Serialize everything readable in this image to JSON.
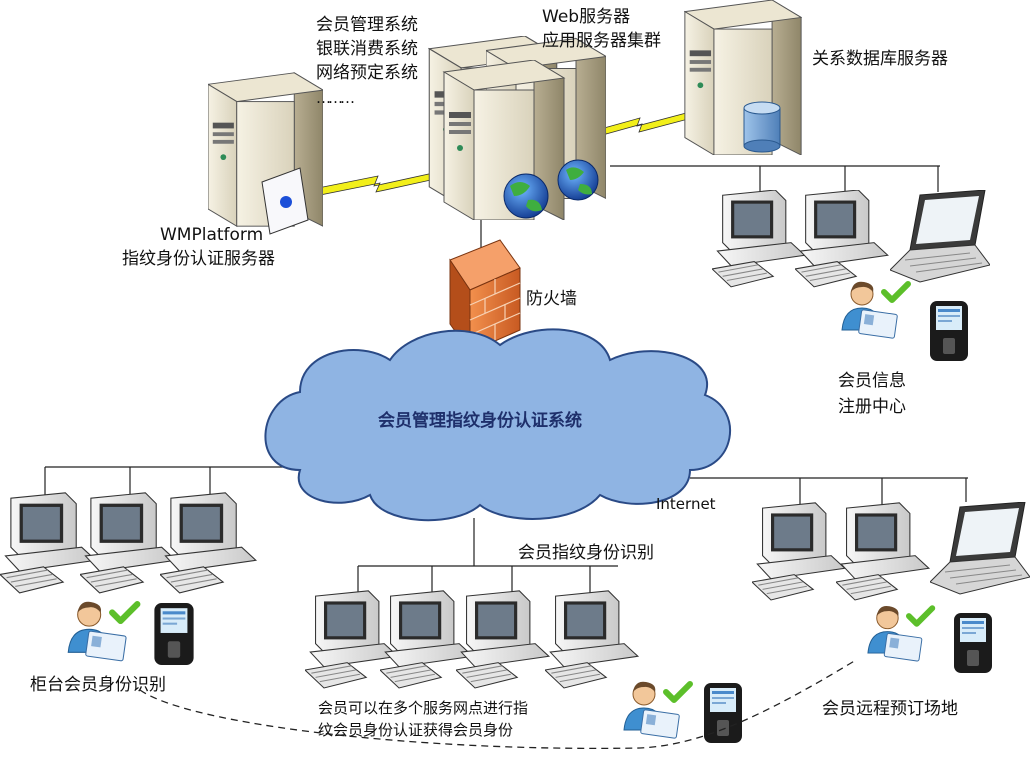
{
  "labels": {
    "app_systems": [
      "会员管理系统",
      "银联消费系统",
      "网络预定系统",
      "………"
    ],
    "web_cluster": [
      "Web服务器",
      "应用服务器集群"
    ],
    "db_server": "关系数据库服务器",
    "wm_server": [
      "WMPlatform",
      "指纹身份认证服务器"
    ],
    "firewall": "防火墙",
    "registration_center": [
      "会员信息",
      "注册中心"
    ],
    "cloud_system": "会员管理指纹身份认证系统",
    "internet": "Internet",
    "fingerprint_id": "会员指纹身份识别",
    "counter_id": "柜台会员身份识别",
    "multi_point": [
      "会员可以在多个服务网点进行指",
      "纹会员身份认证获得会员身份"
    ],
    "remote_booking": "会员远程预订场地"
  },
  "colors": {
    "cloud_fill": "#8fb4e3",
    "cloud_stroke": "#2a4a86",
    "firewall": "#e8793a",
    "link_zigzag": "#f2ef1a",
    "network_line": "#222222",
    "check": "#5cbf2a"
  }
}
